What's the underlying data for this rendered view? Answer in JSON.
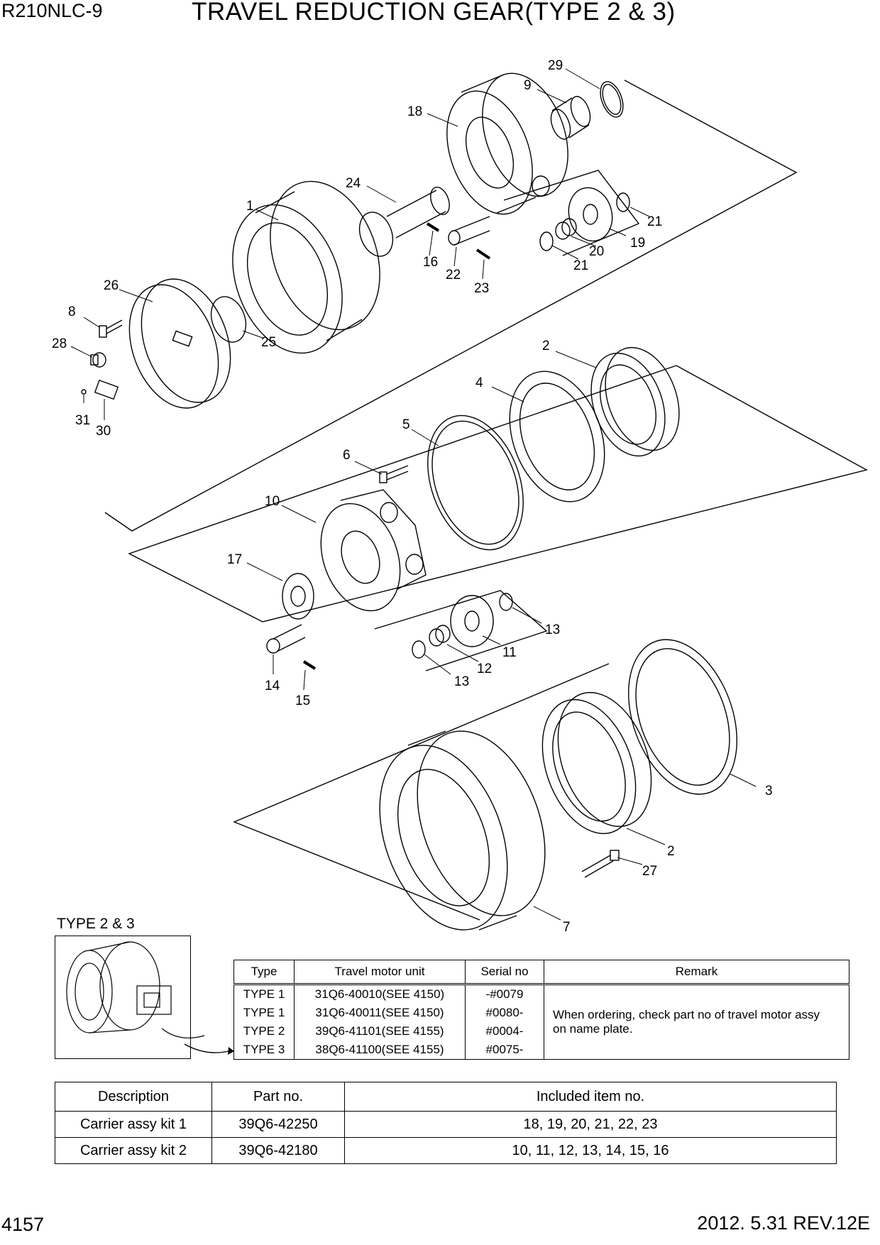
{
  "header": {
    "model": "R210NLC-9",
    "title": "TRAVEL REDUCTION GEAR(TYPE 2 & 3)"
  },
  "callouts": [
    "29",
    "9",
    "18",
    "24",
    "1",
    "16",
    "22",
    "23",
    "21",
    "20",
    "21",
    "19",
    "26",
    "8",
    "28",
    "25",
    "31",
    "30",
    "2",
    "4",
    "5",
    "6",
    "10",
    "17",
    "13",
    "11",
    "12",
    "13",
    "14",
    "15",
    "3",
    "2",
    "27",
    "7"
  ],
  "type_section_label": "TYPE 2 & 3",
  "type_table": {
    "headers": [
      "Type",
      "Travel motor unit",
      "Serial no",
      "Remark"
    ],
    "rows": [
      {
        "type": "TYPE 1",
        "unit": "31Q6-40010(SEE 4150)",
        "serial": "-#0079"
      },
      {
        "type": "TYPE 1",
        "unit": "31Q6-40011(SEE 4150)",
        "serial": "#0080-"
      },
      {
        "type": "TYPE 2",
        "unit": "39Q6-41101(SEE 4155)",
        "serial": "#0004-"
      },
      {
        "type": "TYPE 3",
        "unit": "38Q6-41100(SEE 4155)",
        "serial": "#0075-"
      }
    ],
    "remark_line1": "When ordering, check part no of travel motor assy",
    "remark_line2": "on name plate."
  },
  "kit_table": {
    "headers": [
      "Description",
      "Part no.",
      "Included item no."
    ],
    "rows": [
      {
        "description": "Carrier assy kit 1",
        "part_no": "39Q6-42250",
        "items": "18, 19, 20, 21, 22, 23"
      },
      {
        "description": "Carrier assy kit 2",
        "part_no": "39Q6-42180",
        "items": "10, 11, 12, 13, 14, 15, 16"
      }
    ]
  },
  "footer": {
    "page_number": "4157",
    "revision": "2012. 5.31  REV.12E"
  }
}
